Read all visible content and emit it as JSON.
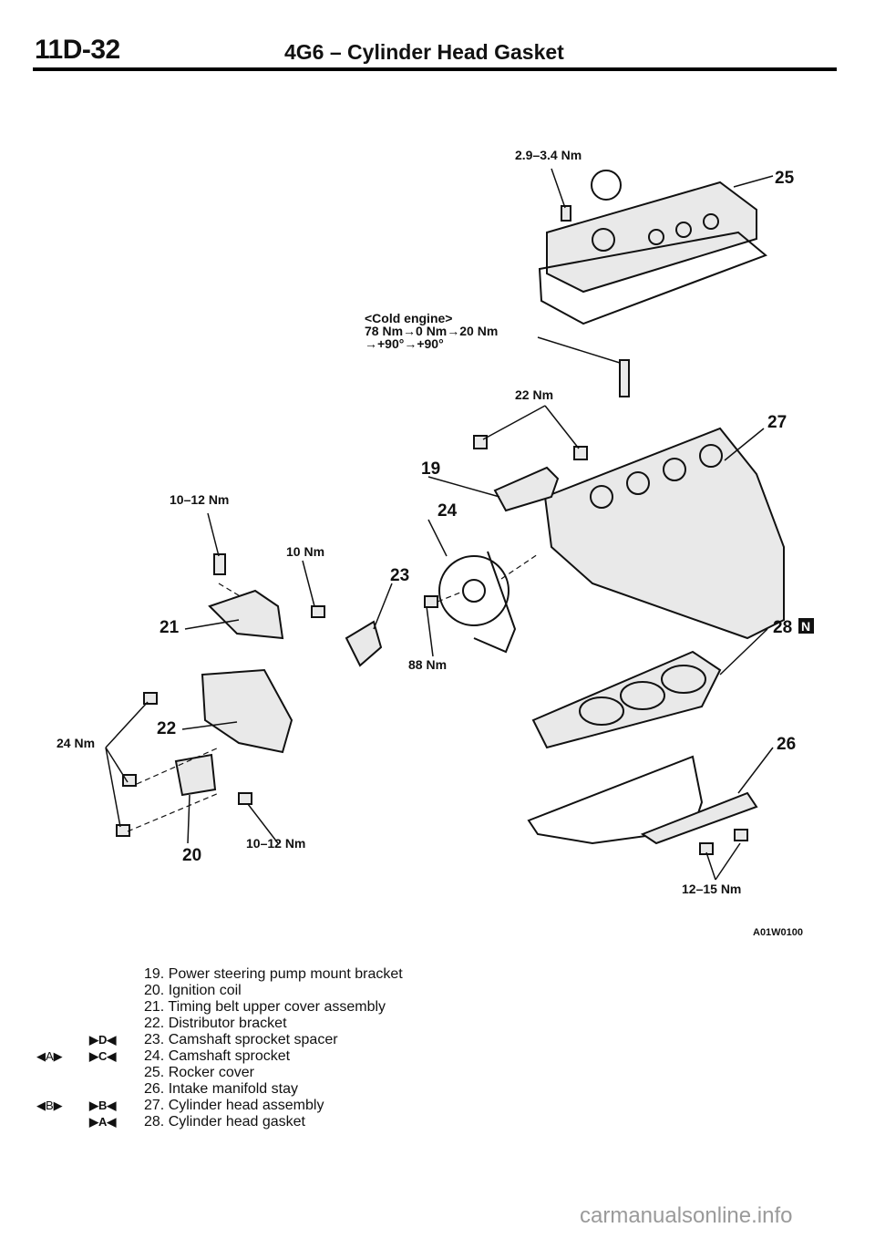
{
  "header": {
    "page_number": "11D-32",
    "title": "4G6 – Cylinder Head Gasket"
  },
  "diagram": {
    "figure_code": "A01W0100",
    "callouts": [
      "19",
      "20",
      "21",
      "22",
      "23",
      "24",
      "25",
      "26",
      "27",
      "28"
    ],
    "torque_labels": {
      "rocker_cover": "2.9–3.4 Nm",
      "cold_engine_title": "<Cold engine>",
      "cold_engine_line1": "78 Nm→0 Nm→20 Nm",
      "cold_engine_line2": "→+90°→+90°",
      "ps_bracket": "22 Nm",
      "timing_cover": "10–12 Nm",
      "spacer": "10 Nm",
      "sprocket": "88 Nm",
      "distributor": "24 Nm",
      "ignition_coil": "10–12 Nm",
      "manifold_stay": "12–15 Nm"
    },
    "gasket_replace_mark": "N"
  },
  "legend": [
    {
      "mark_left": "",
      "mark_right": "",
      "text": "19. Power steering pump mount bracket"
    },
    {
      "mark_left": "",
      "mark_right": "",
      "text": "20. Ignition coil"
    },
    {
      "mark_left": "",
      "mark_right": "",
      "text": "21. Timing belt upper cover assembly"
    },
    {
      "mark_left": "",
      "mark_right": "",
      "text": "22. Distributor bracket"
    },
    {
      "mark_left": "",
      "mark_right": "▶D◀",
      "text": "23. Camshaft sprocket spacer"
    },
    {
      "mark_left": "◀A▶",
      "mark_right": "▶C◀",
      "text": "24. Camshaft sprocket"
    },
    {
      "mark_left": "",
      "mark_right": "",
      "text": "25. Rocker cover"
    },
    {
      "mark_left": "",
      "mark_right": "",
      "text": "26. Intake manifold stay"
    },
    {
      "mark_left": "◀B▶",
      "mark_right": "▶B◀",
      "text": "27. Cylinder head assembly"
    },
    {
      "mark_left": "",
      "mark_right": "▶A◀",
      "text": "28. Cylinder head gasket"
    }
  ],
  "watermark": "carmanualsonline.info"
}
